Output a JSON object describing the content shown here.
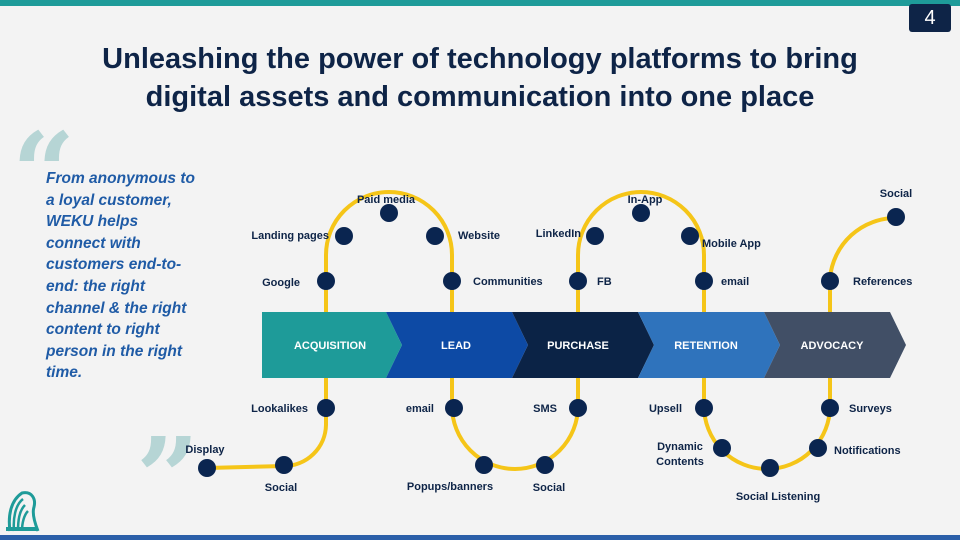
{
  "page_number": "4",
  "title_line1": "Unleashing the power of technology platforms to bring",
  "title_line2": "digital assets and communication into one place",
  "quote": "From anonymous to a loyal customer, WEKU helps connect with customers end-to-end: the right channel & the right content to right person in the right time.",
  "icons": {
    "quote_open": "quote-open-icon",
    "quote_close": "quote-close-icon",
    "logo": "weku-logo-icon"
  },
  "colors": {
    "teal": "#1e9b99",
    "blue": "#0d4aa5",
    "navy": "#0b2346",
    "mid_blue": "#2f73bc",
    "slate": "#414f66",
    "path": "#f5c518",
    "dot": "#0a2550"
  },
  "stages": [
    {
      "label": "ACQUISITION"
    },
    {
      "label": "LEAD"
    },
    {
      "label": "PURCHASE"
    },
    {
      "label": "RETENTION"
    },
    {
      "label": "ADVOCACY"
    }
  ],
  "channels": {
    "google": "Google",
    "landing_pages": "Landing pages",
    "paid_media": "Paid media",
    "website": "Website",
    "communities": "Communities",
    "linkedin": "LinkedIn",
    "in_app": "In-App",
    "mobile_app": "Mobile App",
    "fb": "FB",
    "email_top": "email",
    "social_top": "Social",
    "references": "References",
    "lookalikes": "Lookalikes",
    "display": "Display",
    "social_bottom_left": "Social",
    "email_bottom": "email",
    "popups": "Popups/banners",
    "sms": "SMS",
    "social_bottom_mid": "Social",
    "upsell": "Upsell",
    "dynamic_1": "Dynamic",
    "dynamic_2": "Contents",
    "social_listening": "Social Listening",
    "surveys": "Surveys",
    "notifications": "Notifications"
  }
}
